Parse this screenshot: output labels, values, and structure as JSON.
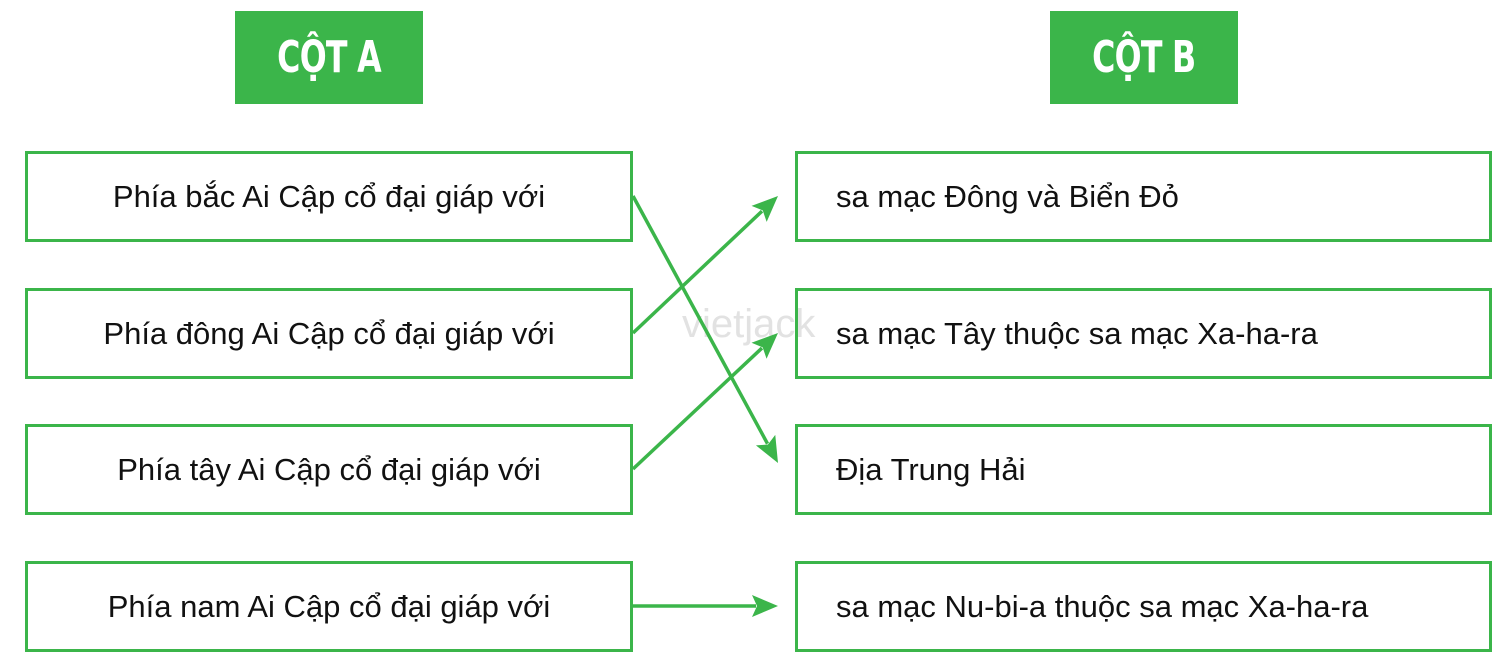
{
  "headers": {
    "column_a": "CỘT A",
    "column_b": "CỘT B"
  },
  "column_a": [
    "Phía bắc Ai Cập cổ đại giáp với",
    "Phía đông Ai Cập cổ đại giáp với",
    "Phía tây Ai Cập cổ đại giáp với",
    "Phía nam Ai Cập cổ đại giáp với"
  ],
  "column_b": [
    "sa mạc Đông và Biển Đỏ",
    "sa mạc Tây thuộc sa mạc Xa-ha-ra",
    "Địa Trung Hải",
    "sa mạc Nu-bi-a thuộc sa mạc Xa-ha-ra"
  ],
  "matches": [
    {
      "from": 0,
      "to": 2
    },
    {
      "from": 1,
      "to": 0
    },
    {
      "from": 2,
      "to": 1
    },
    {
      "from": 3,
      "to": 3
    }
  ],
  "watermark": "vietjack",
  "colors": {
    "accent": "#3bb54a",
    "text": "#111111"
  }
}
